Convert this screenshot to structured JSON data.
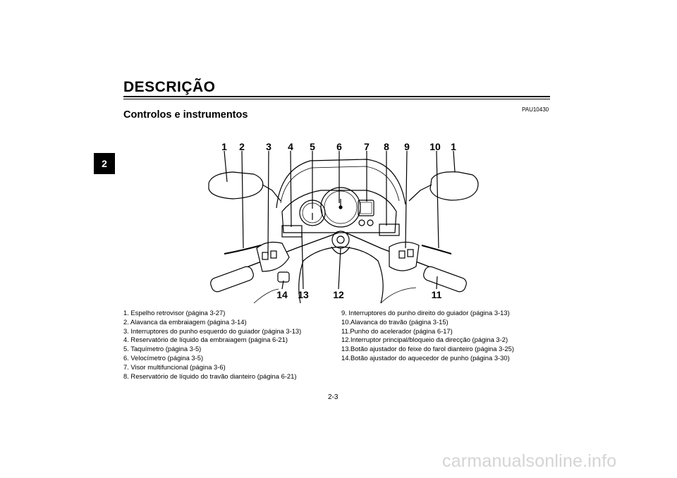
{
  "header": {
    "title": "DESCRIÇÃO",
    "chapter_tab": "2"
  },
  "section": {
    "doc_code": "PAU10430",
    "subtitle": "Controlos e instrumentos"
  },
  "figure": {
    "callouts_top": [
      "1",
      "2",
      "3",
      "4",
      "5",
      "6",
      "7",
      "8",
      "9",
      "10",
      "1"
    ],
    "callouts_bottom": [
      "14",
      "13",
      "12",
      "11"
    ]
  },
  "legend": {
    "left": [
      "1. Espelho retrovisor (página 3-27)",
      "2. Alavanca da embraiagem (página 3-14)",
      "3. Interruptores do punho esquerdo do guiador (página 3-13)",
      "4. Reservatório de líquido da embraiagem (página 6-21)",
      "5. Taquímetro (página 3-5)",
      "6. Velocímetro (página 3-5)",
      "7. Visor multifuncional (página 3-6)",
      "8. Reservatório de líquido do travão dianteiro (página 6-21)"
    ],
    "right": [
      "9. Interruptores do punho direito do guiador (página 3-13)",
      "10.Alavanca do travão (página 3-15)",
      "11.Punho do acelerador (página 6-17)",
      "12.Interruptor principal/bloqueio da direcção (página 3-2)",
      "13.Botão ajustador do feixe do farol dianteiro (página 3-25)",
      "14.Botão ajustador do aquecedor de punho (página 3-30)"
    ]
  },
  "footer": {
    "page_number": "2-3",
    "watermark": "carmanualsonline.info"
  }
}
